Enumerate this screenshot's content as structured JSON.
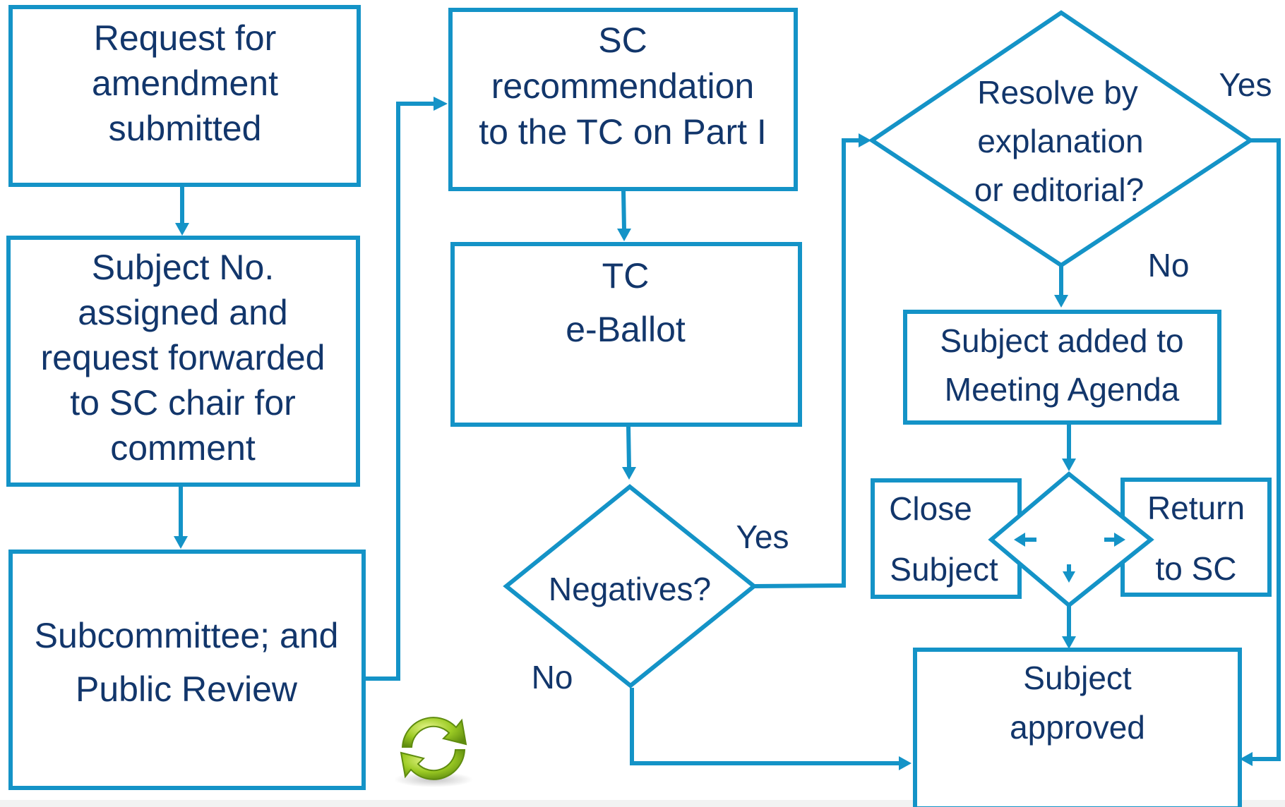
{
  "nodes": {
    "request": [
      "Request for",
      "amendment",
      "submitted"
    ],
    "subject_no": [
      "Subject No.",
      "assigned and",
      "request forwarded",
      "to SC chair for",
      "comment"
    ],
    "subcommittee": [
      "Subcommittee; and",
      "Public Review"
    ],
    "sc_recommendation": [
      "SC",
      "recommendation",
      "to the TC on Part I"
    ],
    "tc_eballot": [
      "TC",
      "e-Ballot"
    ],
    "negatives": [
      "Negatives?"
    ],
    "resolve": [
      "Resolve by",
      "explanation",
      "or editorial?"
    ],
    "agenda": [
      "Subject added to",
      "Meeting Agenda"
    ],
    "close": [
      "Close",
      "Subject"
    ],
    "return": [
      "Return",
      "to SC"
    ],
    "approved": [
      "Subject",
      "approved"
    ]
  },
  "edge_labels": {
    "negatives_yes": "Yes",
    "negatives_no": "No",
    "resolve_yes": "Yes",
    "resolve_no": "No"
  },
  "icons": [
    "refresh-icon"
  ],
  "colors": {
    "stroke": "#1493c7",
    "text": "#12366b",
    "icon_green": "#8dbb1e"
  }
}
